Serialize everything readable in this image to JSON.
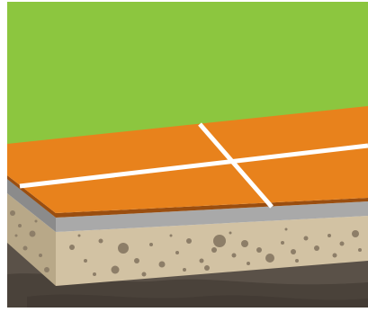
{
  "colors": {
    "background": "#ffffff",
    "grass": "#8cc63f",
    "tile": "#e8821c",
    "tile_edge": "#9a4e10",
    "grout": "#ffffff",
    "mortar_bed": "#a9a9a9",
    "mortar_shadow": "#8b8b8b",
    "concrete_front": "#d2c2a3",
    "concrete_side": "#b8a888",
    "ground": "#5a5148",
    "ground_dark": "#4a423a",
    "aggregate": "#8d7e68"
  },
  "layers": [
    {
      "name": "grass-background",
      "description_icon": "grass-area"
    },
    {
      "name": "tile-layer",
      "description_icon": "orange-tiles"
    },
    {
      "name": "mortar-layer",
      "description_icon": "grey-bed"
    },
    {
      "name": "concrete-slab",
      "description_icon": "speckled-concrete"
    },
    {
      "name": "soil-ground",
      "description_icon": "dark-soil"
    }
  ]
}
